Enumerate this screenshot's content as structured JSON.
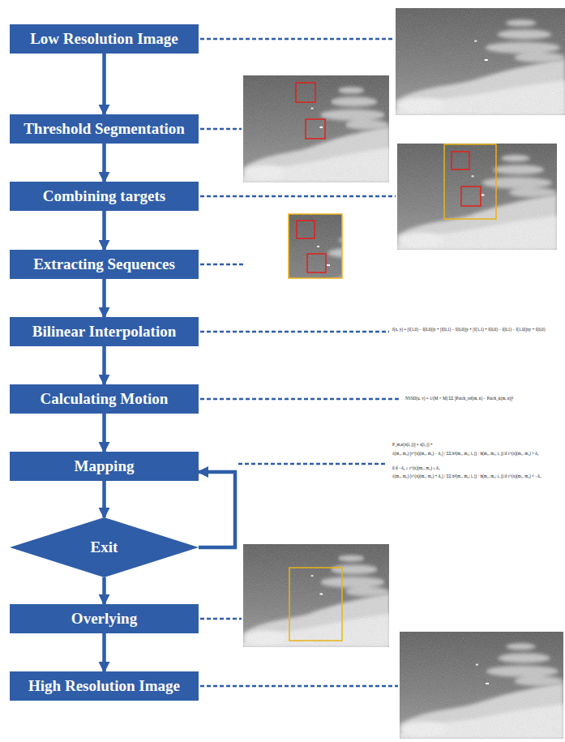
{
  "diagram": {
    "nodes": [
      {
        "text": [
          "Low Resolution Image"
        ]
      },
      {
        "text": [
          "Threshold Segmentation"
        ]
      },
      {
        "text": [
          "Combining targets"
        ]
      },
      {
        "text": [
          "Extracting Sequences"
        ]
      },
      {
        "text": [
          "Bilinear Interpolation"
        ]
      },
      {
        "text": [
          "Calculating Motion"
        ]
      },
      {
        "text": [
          "Mapping"
        ]
      },
      {
        "text": [
          "Exit"
        ]
      },
      {
        "text": [
          "Overlying"
        ]
      },
      {
        "text": [
          "High Resolution Image"
        ]
      }
    ],
    "edges": [
      {
        "from": 0,
        "to": 1,
        "arrow": "to"
      },
      {
        "from": 1,
        "to": 2,
        "arrow": "to"
      },
      {
        "from": 2,
        "to": 3,
        "arrow": "to"
      },
      {
        "from": 3,
        "to": 4,
        "arrow": "to"
      },
      {
        "from": 4,
        "to": 5,
        "arrow": "to"
      },
      {
        "from": 5,
        "to": 6,
        "arrow": "to"
      },
      {
        "from": 6,
        "to": 7,
        "arrow": "to"
      },
      {
        "from": 7,
        "to": 6,
        "arrow": "to"
      },
      {
        "from": 7,
        "to": 8,
        "arrow": "to"
      },
      {
        "from": 8,
        "to": 9,
        "arrow": "to"
      }
    ],
    "labels": [
      "f(x, y) = [f(1,0) − f(0,0)]x + [f(0,1) − f(0,0)]y + [f(1,1) + f(0,0) − f(0,1) − f(1,0)]xy + f(0,0)",
      "NSSD(u, v) = 1/(M × M) ΣΣ [Patch_ref(m, n) − Patch_k(m, n)]²",
      "P_m,n[x(i, j)] = x(i, j) +",
      "λ(m₁, m₂) [r^(x)(m₁, m₂) − δ₀] / ΣΣ h²(m₁, m₂; i, j) · h(m₁, m₂; i, j)   if   r^(x)(m₁, m₂) > δ₀",
      "0   if   −δ₀ ≤ r^(x)(m₁, m₂) ≤ δ₀",
      "λ(m₁, m₂) [r^(x)(m₁, m₂) + δ₀] / ΣΣ h²(m₁, m₂; i, j) · h(m₁, m₂; i, j)   if   r^(x)(m₁, m₂) < −δ₀"
    ]
  }
}
